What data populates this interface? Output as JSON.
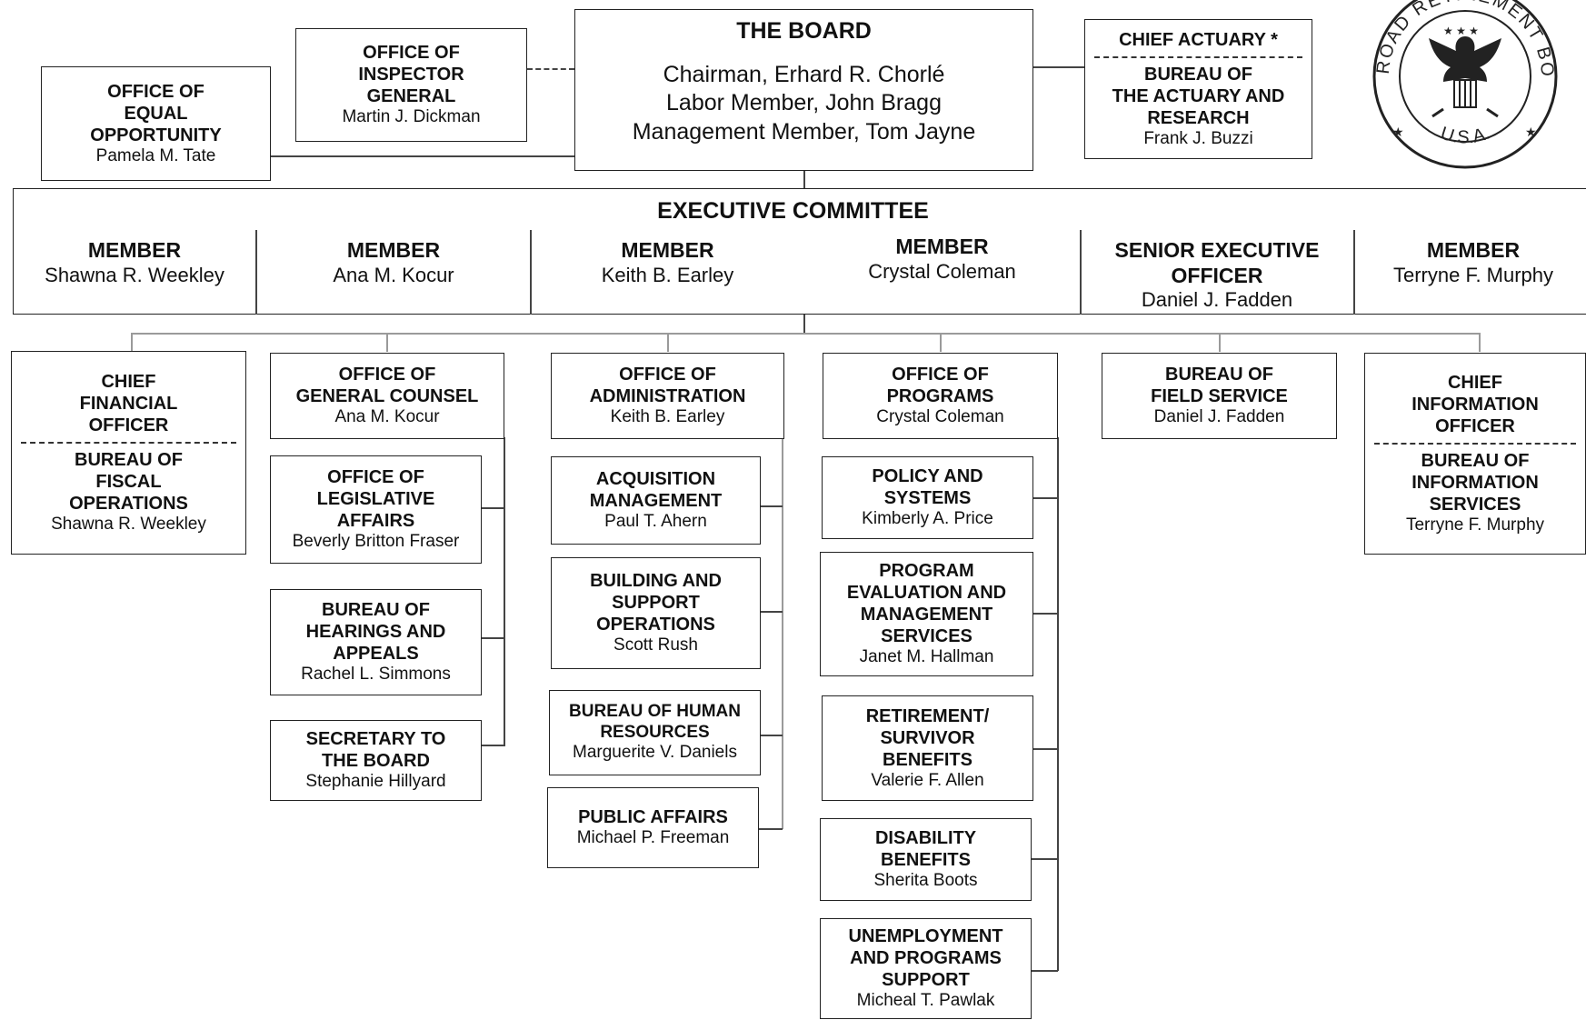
{
  "board": {
    "title": "THE BOARD",
    "chairman": "Chairman, Erhard R. Chorlé",
    "labor": "Labor Member, John Bragg",
    "management": "Management Member, Tom Jayne"
  },
  "inspector_general": {
    "title": "OFFICE OF\nINSPECTOR\nGENERAL",
    "name": "Martin J. Dickman"
  },
  "equal_opportunity": {
    "title": "OFFICE OF\nEQUAL\nOPPORTUNITY",
    "name": "Pamela M. Tate"
  },
  "chief_actuary": {
    "title": "CHIEF ACTUARY *",
    "bureau": "BUREAU OF\nTHE ACTUARY AND\nRESEARCH",
    "name": "Frank J. Buzzi"
  },
  "seal": {
    "top_text": "RAILROAD RETIREMENT BOARD",
    "bottom_text": "U.S.A."
  },
  "executive_committee": {
    "title": "EXECUTIVE COMMITTEE",
    "members": [
      {
        "title": "MEMBER",
        "name": "Shawna R. Weekley"
      },
      {
        "title": "MEMBER",
        "name": "Ana M. Kocur"
      },
      {
        "title": "MEMBER",
        "name": "Keith B. Earley"
      },
      {
        "title": "MEMBER",
        "name": "Crystal Coleman"
      },
      {
        "title": "SENIOR EXECUTIVE\nOFFICER",
        "name": "Daniel J. Fadden"
      },
      {
        "title": "MEMBER",
        "name": "Terryne F. Murphy"
      }
    ]
  },
  "cfo": {
    "title": "CHIEF\nFINANCIAL\nOFFICER",
    "bureau": "BUREAU OF\nFISCAL\nOPERATIONS",
    "name": "Shawna R. Weekley"
  },
  "general_counsel": {
    "title": "OFFICE OF\nGENERAL COUNSEL",
    "name": "Ana M. Kocur",
    "subs": [
      {
        "title": "OFFICE OF\nLEGISLATIVE\nAFFAIRS",
        "name": "Beverly Britton Fraser"
      },
      {
        "title": "BUREAU OF\nHEARINGS AND\nAPPEALS",
        "name": "Rachel L. Simmons"
      },
      {
        "title": "SECRETARY TO\nTHE BOARD",
        "name": "Stephanie Hillyard"
      }
    ]
  },
  "administration": {
    "title": "OFFICE OF\nADMINISTRATION",
    "name": "Keith B. Earley",
    "subs": [
      {
        "title": "ACQUISITION\nMANAGEMENT",
        "name": "Paul T. Ahern"
      },
      {
        "title": "BUILDING AND\nSUPPORT\nOPERATIONS",
        "name": "Scott Rush"
      },
      {
        "title": "BUREAU OF HUMAN\nRESOURCES",
        "name": "Marguerite V. Daniels"
      },
      {
        "title": "PUBLIC AFFAIRS",
        "name": "Michael P. Freeman"
      }
    ]
  },
  "programs": {
    "title": "OFFICE OF\nPROGRAMS",
    "name": "Crystal Coleman",
    "subs": [
      {
        "title": "POLICY AND\nSYSTEMS",
        "name": "Kimberly A. Price"
      },
      {
        "title": "PROGRAM\nEVALUATION AND\nMANAGEMENT\nSERVICES",
        "name": "Janet M. Hallman"
      },
      {
        "title": "RETIREMENT/\nSURVIVOR\nBENEFITS",
        "name": "Valerie F. Allen"
      },
      {
        "title": "DISABILITY\nBENEFITS",
        "name": "Sherita Boots"
      },
      {
        "title": "UNEMPLOYMENT\nAND PROGRAMS\nSUPPORT",
        "name": "Micheal T. Pawlak"
      }
    ]
  },
  "field_service": {
    "title": "BUREAU OF\nFIELD SERVICE",
    "name": "Daniel J. Fadden"
  },
  "cio": {
    "title": "CHIEF\nINFORMATION\nOFFICER",
    "bureau": "BUREAU OF\nINFORMATION\nSERVICES",
    "name": "Terryne F. Murphy"
  }
}
